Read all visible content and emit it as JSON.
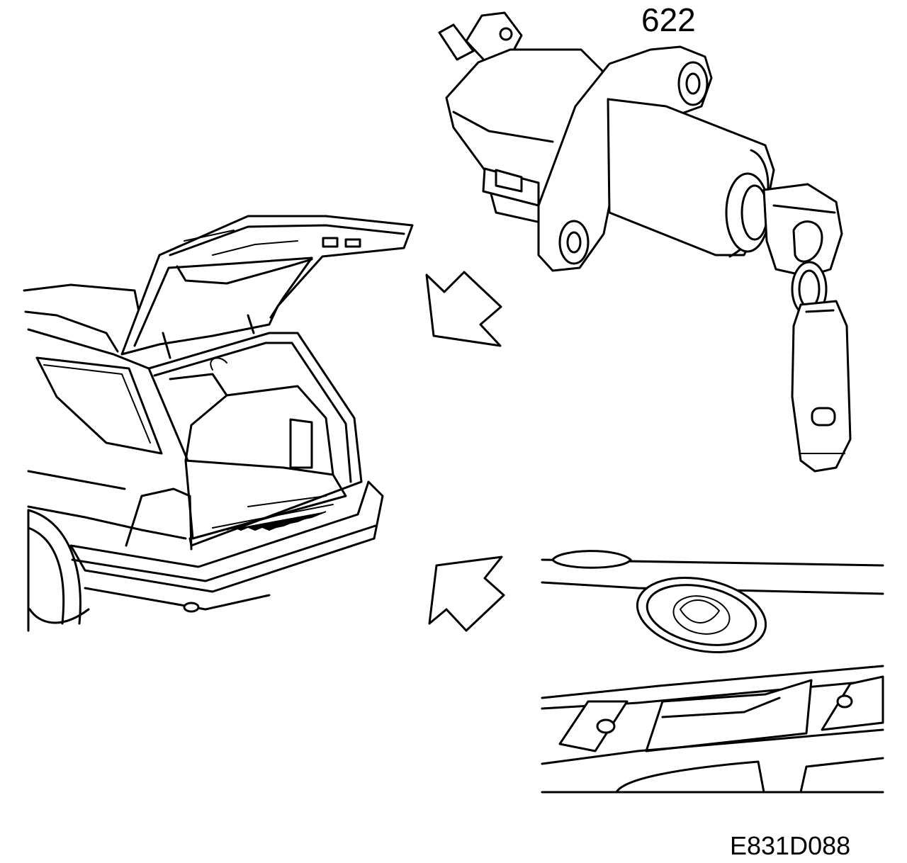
{
  "labels": {
    "part_number": "622",
    "figure_code": "E831D088"
  },
  "icons": {
    "car": "hatchback-car-rear-open-tailgate",
    "lock": "tailgate-lock-cylinder-with-key",
    "handle": "tailgate-handle-and-emblem-panel",
    "arrows": [
      "pointer-arrow",
      "pointer-arrow"
    ]
  }
}
